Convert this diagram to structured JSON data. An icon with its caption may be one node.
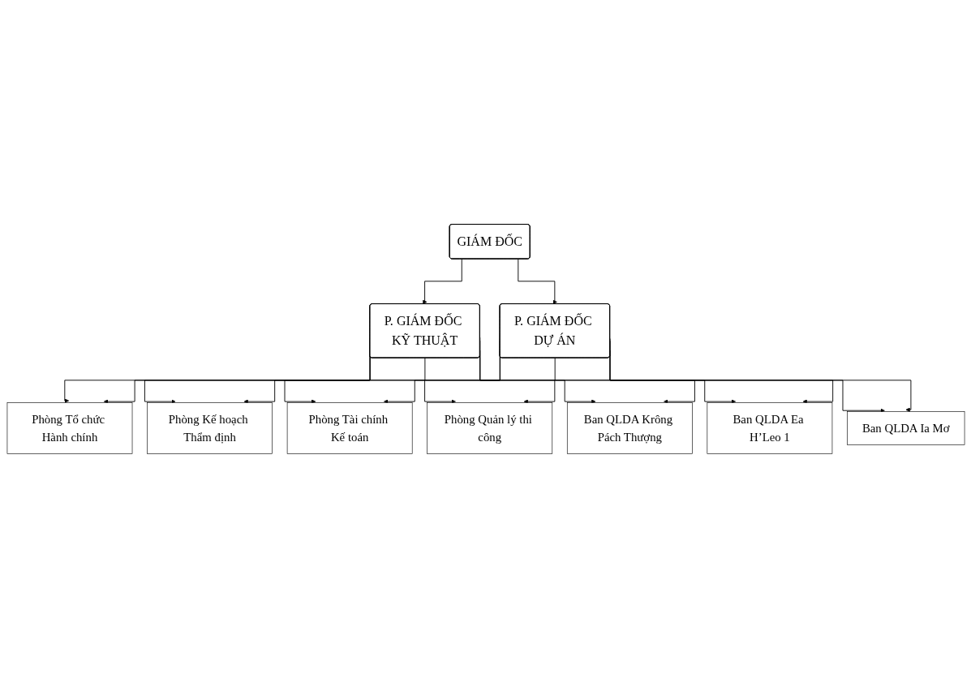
{
  "diagram": {
    "nodes": [
      {
        "text": [
          "GIÁM ĐỐC"
        ]
      },
      {
        "text": [
          "P. GIÁM ĐỐC KỸ THUẬT"
        ]
      },
      {
        "text": [
          "P. GIÁM ĐỐC DỰ ÁN"
        ]
      },
      {
        "text": [
          "Phòng Tổ chức Hành chính"
        ]
      },
      {
        "text": [
          "Phòng Kế hoạch Thẩm định"
        ]
      },
      {
        "text": [
          "Phòng Tài chính Kế toán"
        ]
      },
      {
        "text": [
          "Phòng Quản lý thi công"
        ]
      },
      {
        "text": [
          "Ban QLDA Krông Pách Thượng"
        ]
      },
      {
        "text": [
          "Ban QLDA Ea H’Leo 1"
        ]
      },
      {
        "text": [
          "Ban QLDA Ia Mơ"
        ]
      }
    ],
    "edges": [
      {
        "from": 0,
        "to": 1,
        "arrow": "to"
      },
      {
        "from": 0,
        "to": 2,
        "arrow": "to"
      },
      {
        "from": 1,
        "to": 3,
        "arrow": "to"
      },
      {
        "from": 1,
        "to": 4,
        "arrow": "to"
      },
      {
        "from": 1,
        "to": 5,
        "arrow": "to"
      },
      {
        "from": 1,
        "to": 6,
        "arrow": "to"
      },
      {
        "from": 1,
        "to": 7,
        "arrow": "to"
      },
      {
        "from": 1,
        "to": 8,
        "arrow": "to"
      },
      {
        "from": 1,
        "to": 9,
        "arrow": "to"
      },
      {
        "from": 2,
        "to": 3,
        "arrow": "to"
      },
      {
        "from": 2,
        "to": 4,
        "arrow": "to"
      },
      {
        "from": 2,
        "to": 5,
        "arrow": "to"
      },
      {
        "from": 2,
        "to": 6,
        "arrow": "to"
      },
      {
        "from": 2,
        "to": 7,
        "arrow": "to"
      },
      {
        "from": 2,
        "to": 8,
        "arrow": "to"
      },
      {
        "from": 2,
        "to": 9,
        "arrow": "to"
      }
    ]
  }
}
